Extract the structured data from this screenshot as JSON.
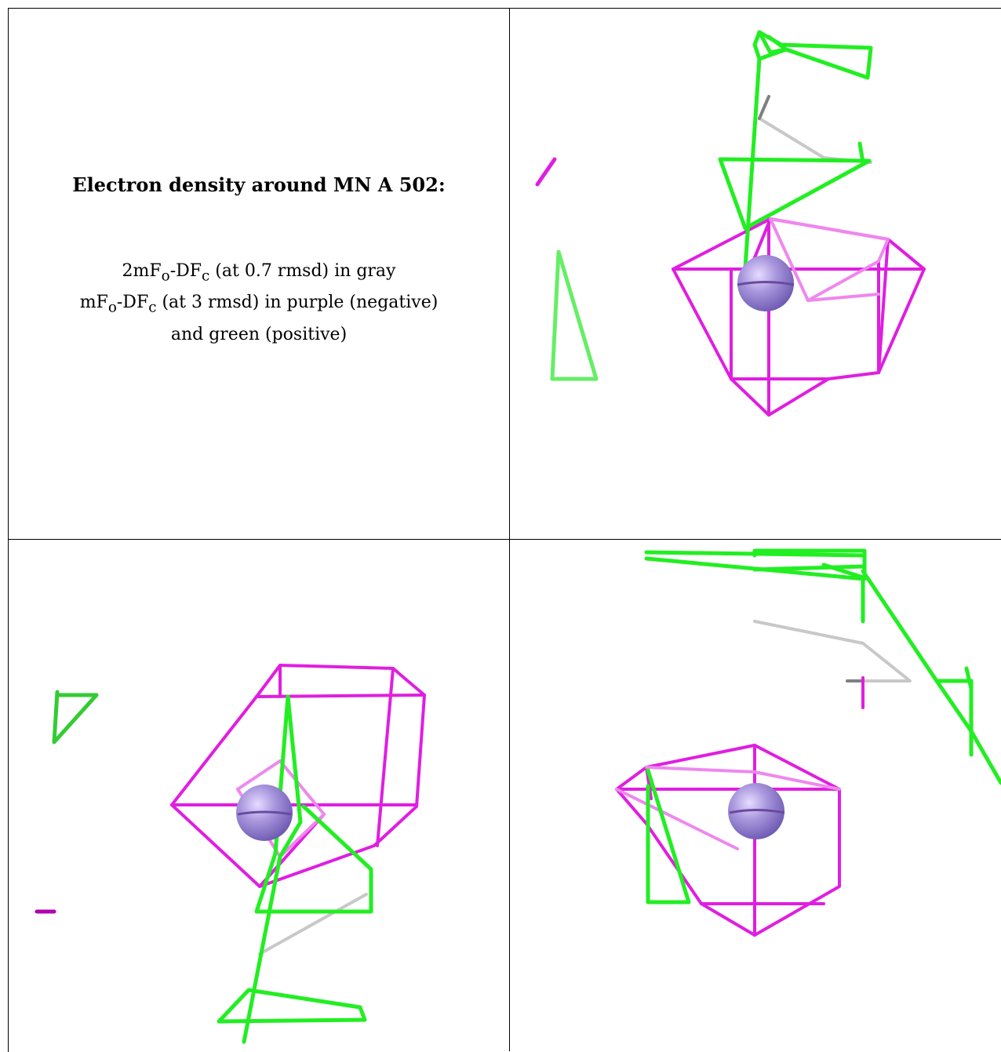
{
  "heading": "Electron density around MN A 502:",
  "legend": {
    "line1": {
      "prefix": "2mF",
      "sub1": "o",
      "mid": "-DF",
      "sub2": "c",
      "suffix": " (at 0.7 rmsd) in gray"
    },
    "line2": {
      "prefix": "mF",
      "sub1": "o",
      "mid": "-DF",
      "sub2": "c",
      "suffix": " (at 3 rmsd) in purple (negative)"
    },
    "line3": "and green (positive)"
  },
  "colors": {
    "gray_map": "#c8c8c8",
    "negative_map": "#e01ee0",
    "positive_map": "#22ee22",
    "atom": "#9a86d6"
  }
}
